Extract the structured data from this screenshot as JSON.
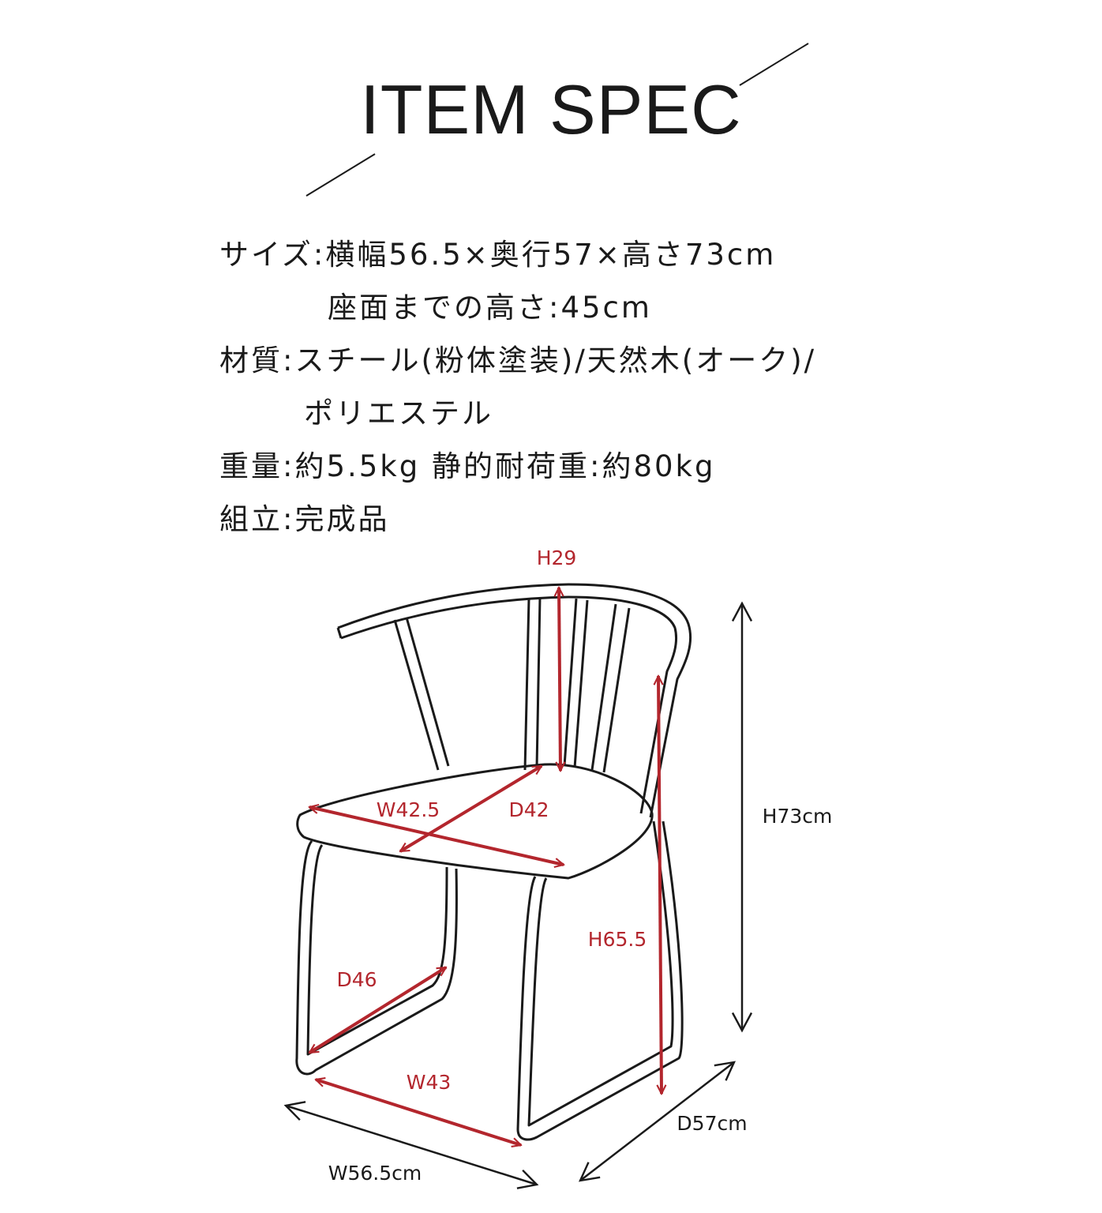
{
  "title": "ITEM SPEC",
  "spec_lines": [
    "サイズ:横幅56.5×奥行57×高さ73cm",
    "座面までの高さ:45cm",
    "材質:スチール(粉体塗装)/天然木(オーク)/",
    "ポリエステル",
    "重量:約5.5kg 静的耐荷重:約80kg",
    "組立:完成品"
  ],
  "dimensions": {
    "back_height": "H29",
    "seat_width": "W42.5",
    "seat_depth": "D42",
    "seat_height": "H65.5",
    "base_depth": "D46",
    "base_width": "W43",
    "total_height": "H73cm",
    "total_width": "W56.5cm",
    "total_depth": "D57cm"
  },
  "colors": {
    "accent": "#b3262d",
    "ink": "#1a1a1a"
  }
}
